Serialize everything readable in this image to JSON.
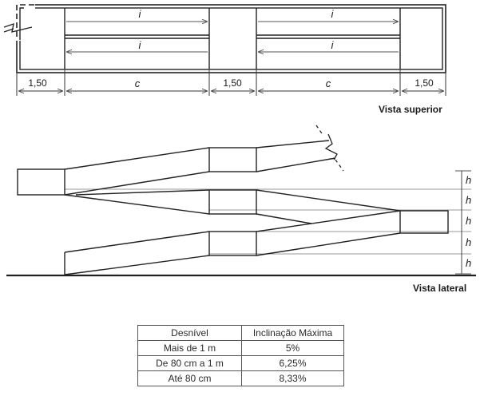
{
  "top_view": {
    "title": "Vista superior",
    "run_label": "i",
    "landing_dim": "1,50",
    "ramp_dim": "c"
  },
  "side_view": {
    "title": "Vista lateral",
    "height_label": "h"
  },
  "table": {
    "headers": [
      "Desnível",
      "Inclinação Máxima"
    ],
    "rows": [
      [
        "Mais de 1 m",
        "5%"
      ],
      [
        "De 80 cm a 1 m",
        "6,25%"
      ],
      [
        "Até 80 cm",
        "8,33%"
      ]
    ]
  }
}
